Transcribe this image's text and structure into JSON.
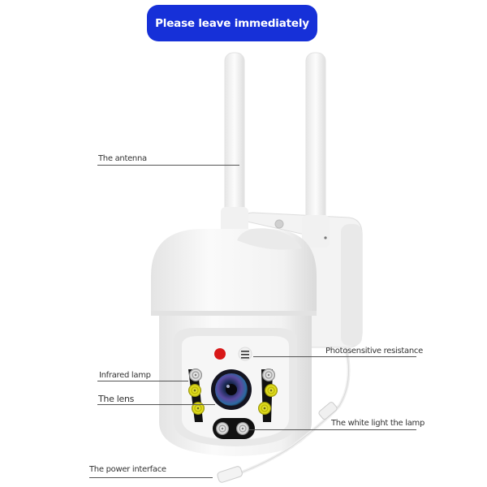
{
  "banner": {
    "text": "Please leave immediately",
    "color": "#1630d8",
    "text_color": "#ffffff"
  },
  "diagram": {
    "subject": "White PTZ security camera with two antennas",
    "labels": [
      {
        "id": "antenna",
        "text": "The antenna"
      },
      {
        "id": "photosensitive",
        "text": "Photosensitive resistance"
      },
      {
        "id": "infrared",
        "text": "Infrared lamp"
      },
      {
        "id": "lens",
        "text": "The lens"
      },
      {
        "id": "white-light",
        "text": "The white light the lamp"
      },
      {
        "id": "power",
        "text": "The power interface"
      }
    ],
    "colors": {
      "body": "#f4f4f4",
      "shadow": "#dcdcdc",
      "infrared_led": "#e9e9e9",
      "white_light_led": "#e5e21a",
      "indicator": "#d81818",
      "lens_ring": "#1a1a2a",
      "leader_line": "#555555"
    }
  }
}
